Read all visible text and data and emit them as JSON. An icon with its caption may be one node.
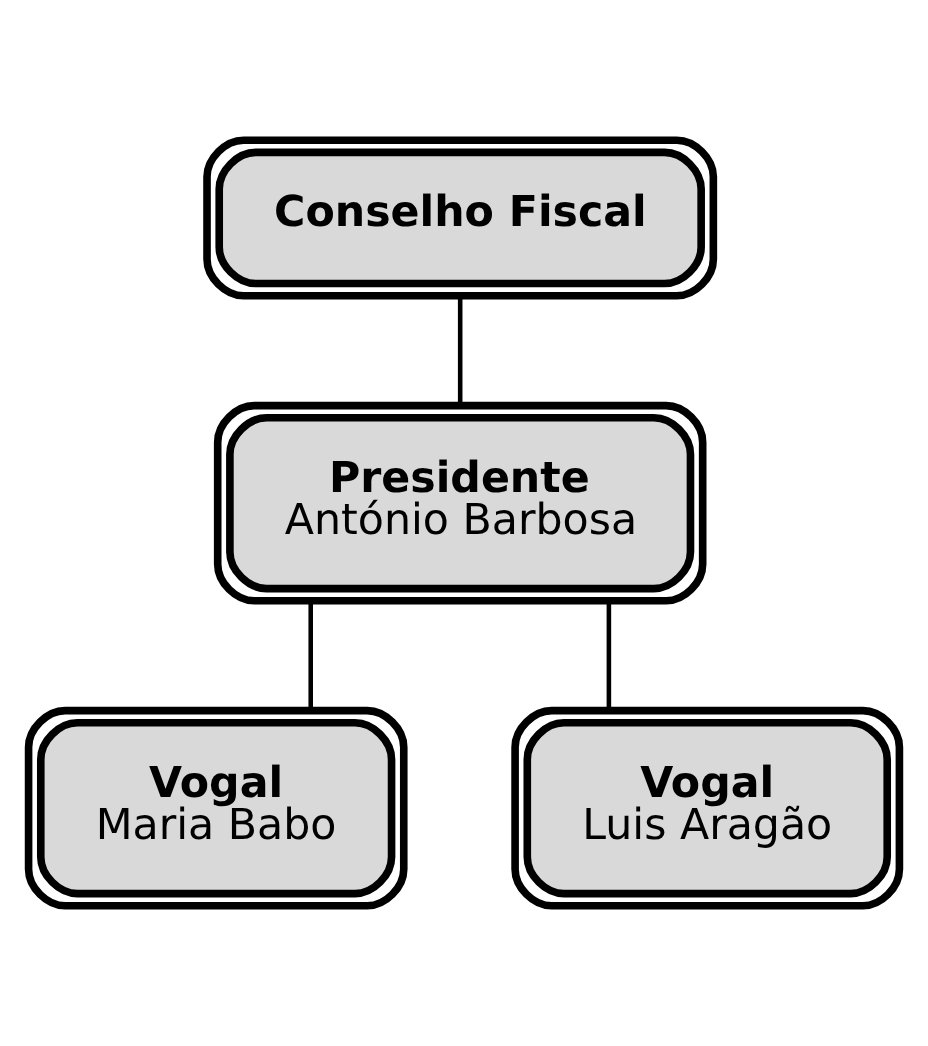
{
  "diagram": {
    "nodes": [
      {
        "text": [
          "Conselho Fiscal"
        ]
      },
      {
        "text": [
          "Presidente",
          "António Barbosa"
        ]
      },
      {
        "text": [
          "Vogal",
          "Maria Babo"
        ]
      },
      {
        "text": [
          "Vogal",
          "Luis Aragão"
        ]
      }
    ],
    "edges": [
      {
        "from": 0,
        "to": 1,
        "arrow": "none"
      },
      {
        "from": 1,
        "to": 2,
        "arrow": "none"
      },
      {
        "from": 1,
        "to": 3,
        "arrow": "none"
      }
    ]
  }
}
